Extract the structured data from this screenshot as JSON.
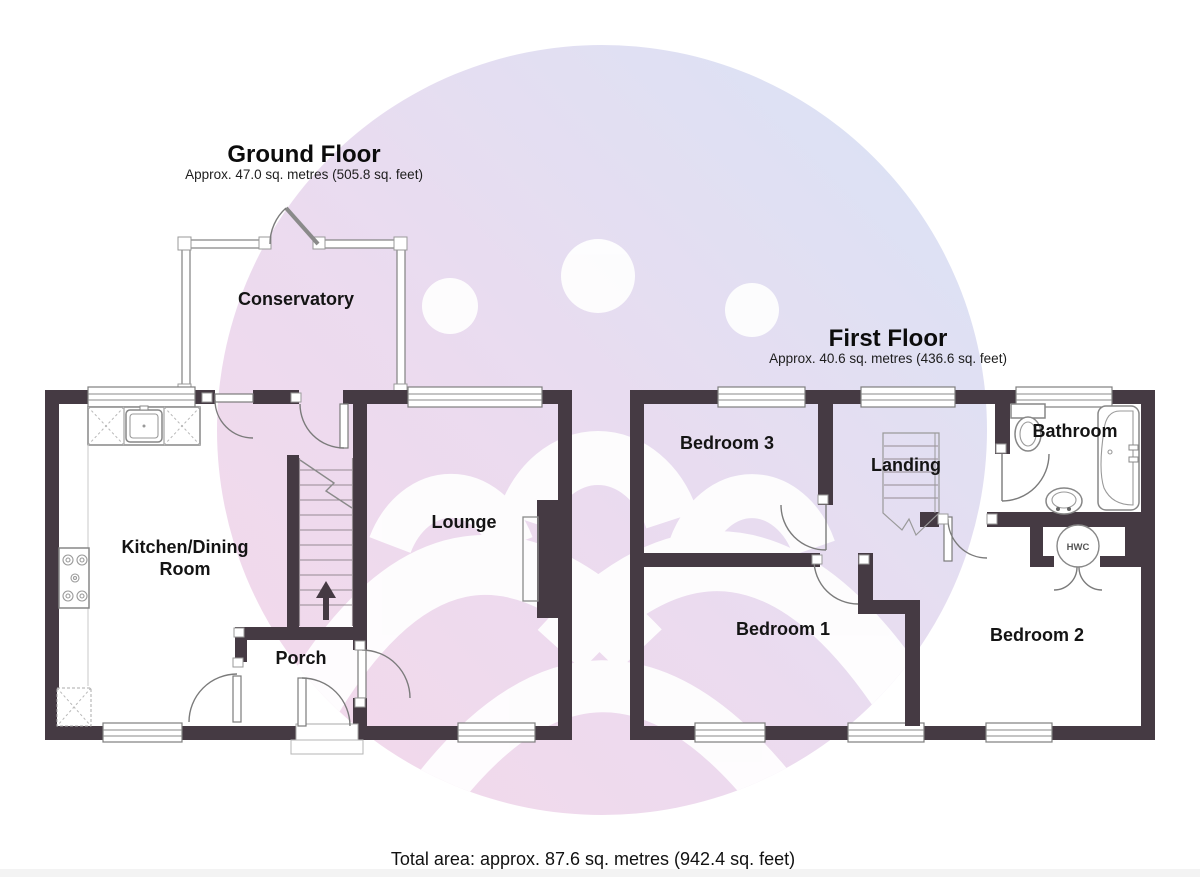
{
  "ground_floor": {
    "title": "Ground Floor",
    "area": "Approx. 47.0 sq. metres (505.8 sq. feet)",
    "rooms": {
      "conservatory": "Conservatory",
      "kitchen_line1": "Kitchen/Dining",
      "kitchen_line2": "Room",
      "lounge": "Lounge",
      "porch": "Porch"
    }
  },
  "first_floor": {
    "title": "First Floor",
    "area": "Approx. 40.6 sq. metres (436.6 sq. feet)",
    "rooms": {
      "bedroom3": "Bedroom 3",
      "landing": "Landing",
      "bathroom": "Bathroom",
      "bedroom1": "Bedroom 1",
      "bedroom2": "Bedroom 2",
      "hwc": "HWC"
    }
  },
  "footer": {
    "total_area": "Total area: approx. 87.6 sq. metres (942.4 sq. feet)"
  },
  "colors": {
    "wall": "#453a43",
    "watermark_pink": "#f0c9e2",
    "watermark_blue": "#c9d9f2"
  }
}
